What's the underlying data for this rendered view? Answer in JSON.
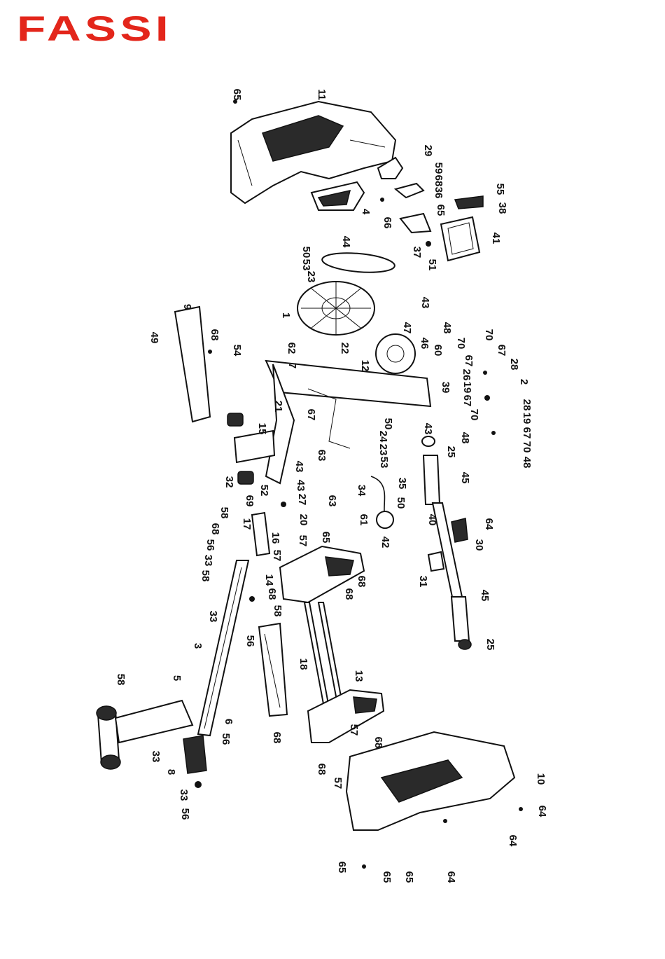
{
  "brand": {
    "logo_text": "FASSI",
    "logo_color": "#e3261b"
  },
  "callouts": [
    "65",
    "11",
    "29",
    "59",
    "68",
    "36",
    "55",
    "38",
    "65",
    "66",
    "4",
    "37",
    "51",
    "41",
    "44",
    "50",
    "53",
    "23",
    "43",
    "1",
    "9",
    "68",
    "49",
    "54",
    "48",
    "47",
    "12",
    "22",
    "62",
    "7",
    "46",
    "60",
    "70",
    "67",
    "26",
    "39",
    "19",
    "67",
    "70",
    "48",
    "70",
    "67",
    "28",
    "2",
    "28",
    "19",
    "67",
    "70",
    "48",
    "21",
    "15",
    "67",
    "50",
    "24",
    "23",
    "53",
    "43",
    "25",
    "63",
    "45",
    "43",
    "43",
    "34",
    "35",
    "27",
    "63",
    "50",
    "52",
    "69",
    "32",
    "17",
    "20",
    "61",
    "42",
    "58",
    "68",
    "16",
    "57",
    "40",
    "64",
    "30",
    "56",
    "33",
    "65",
    "57",
    "68",
    "31",
    "58",
    "14",
    "68",
    "68",
    "33",
    "58",
    "45",
    "56",
    "25",
    "3",
    "18",
    "13",
    "58",
    "68",
    "6",
    "56",
    "33",
    "8",
    "5",
    "68",
    "57",
    "68",
    "57",
    "10",
    "33",
    "56",
    "64",
    "65",
    "65",
    "65",
    "64",
    "64"
  ]
}
